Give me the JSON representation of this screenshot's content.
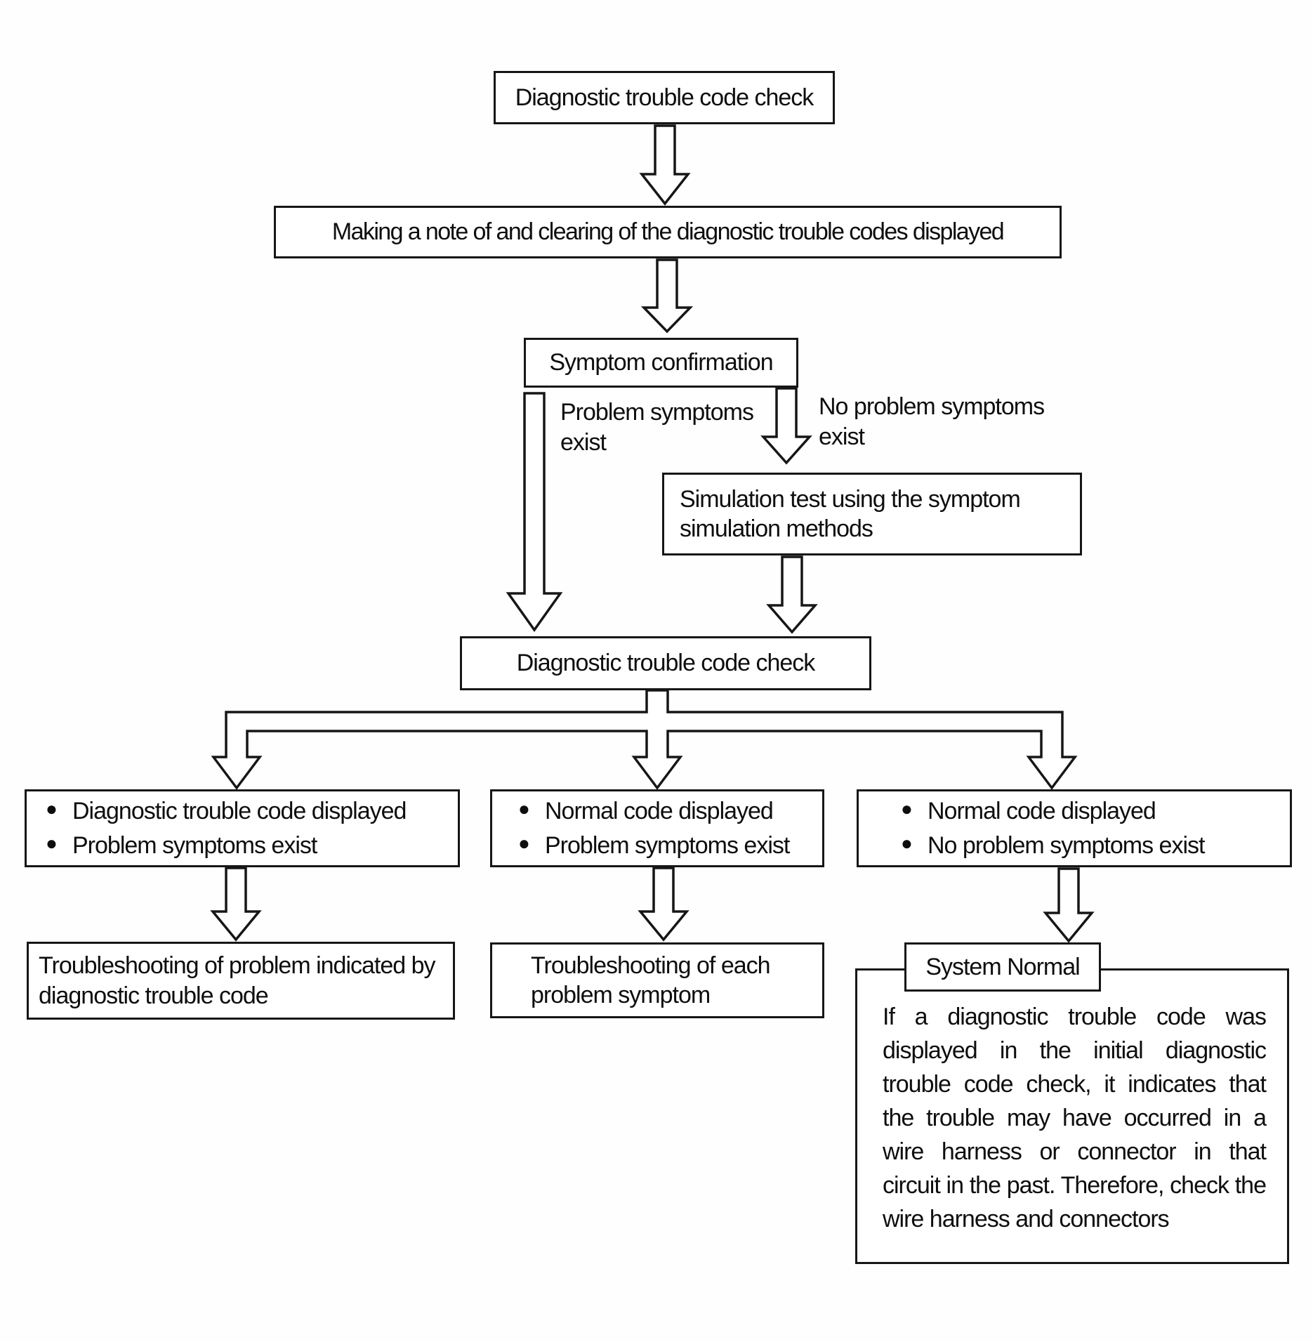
{
  "diagram": {
    "nodes": {
      "dtc_check_1": {
        "label": "Diagnostic trouble code check"
      },
      "note_and_clear": {
        "label": "Making a note of and clearing of the diagnostic trouble codes displayed"
      },
      "symptom_confirmation": {
        "label": "Symptom confirmation"
      },
      "simulation_test": {
        "label": "Simulation test using the symptom simulation methods"
      },
      "dtc_check_2": {
        "label": "Diagnostic trouble code check"
      },
      "outcome_code_displayed": {
        "bullets": [
          "Diagnostic trouble code displayed",
          "Problem symptoms exist"
        ]
      },
      "outcome_normal_code_symptoms": {
        "bullets": [
          "Normal code displayed",
          "Problem symptoms exist"
        ]
      },
      "outcome_normal_code_no_symptoms": {
        "bullets": [
          "Normal code displayed",
          "No problem symptoms exist"
        ]
      },
      "troubleshooting_by_code": {
        "label": "Troubleshooting of problem indicated by diagnostic trouble code"
      },
      "troubleshooting_by_symptom": {
        "label": "Troubleshooting of each problem symptom"
      },
      "system_normal": {
        "title": "System Normal",
        "body": "If a diagnostic trouble code was displayed in the initial diagnostic trouble code check, it indicates that the trouble may have occurred in a wire harness or connector in that circuit in the past. Therefore, check the wire harness and connectors"
      }
    },
    "edge_labels": {
      "problem_symptoms_exist": "Problem symptoms exist",
      "no_problem_symptoms_exist": "No problem symptoms exist"
    },
    "colors": {
      "line": "#161616",
      "background": "#ffffff"
    }
  }
}
